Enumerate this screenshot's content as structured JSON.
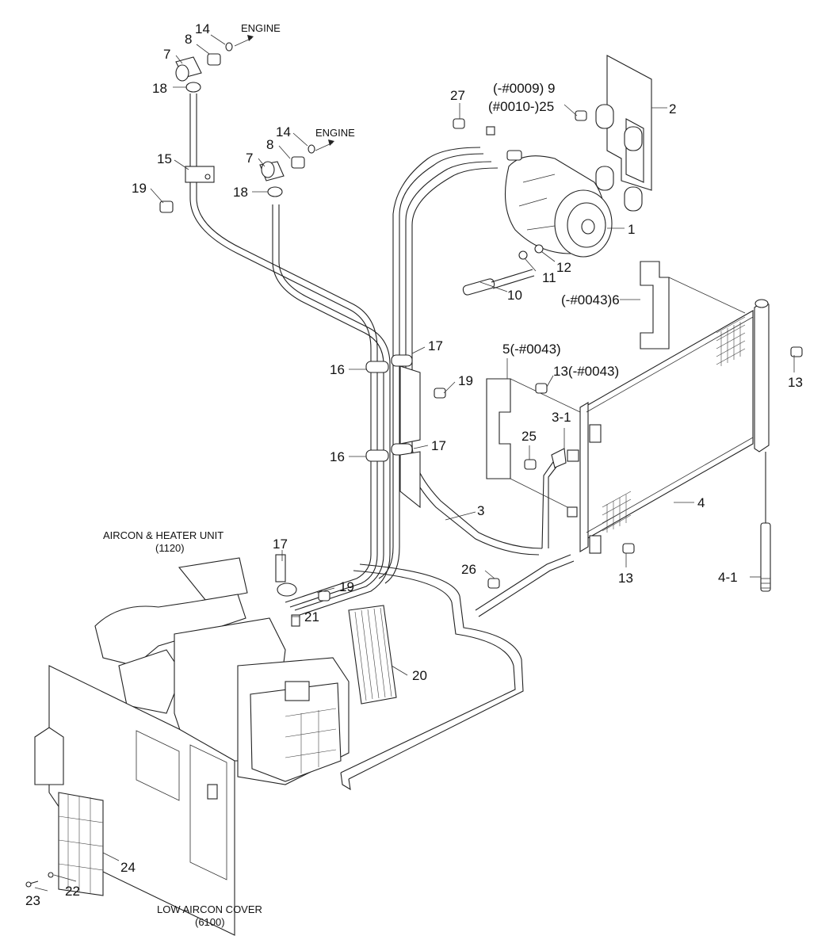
{
  "labels": {
    "engine_top": "ENGINE",
    "engine_mid": "ENGINE",
    "aircon_heater_unit": "AIRCON & HEATER UNIT",
    "aircon_heater_code": "(1120)",
    "low_aircon_cover": "LOW AIRCON COVER",
    "low_aircon_cover_code": "(6100)"
  },
  "callouts": {
    "c14a": "14",
    "c8a": "8",
    "c7a": "7",
    "c18a": "18",
    "c15": "15",
    "c19a": "19",
    "c14b": "14",
    "c8b": "8",
    "c7b": "7",
    "c18b": "18",
    "c27": "27",
    "c9": "(-#0009) 9",
    "c25a": "(#0010-)25",
    "c2": "2",
    "c1": "1",
    "c12": "12",
    "c11": "11",
    "c10": "10",
    "c6": "(-#0043)6",
    "c17a": "17",
    "c16a": "16",
    "c19b": "19",
    "c17b": "17",
    "c16b": "16",
    "c5": "5(-#0043)",
    "c13a": "13(-#0043)",
    "c13b": "13",
    "c31": "3-1",
    "c25b": "25",
    "c3": "3",
    "c4": "4",
    "c17c": "17",
    "c19c": "19",
    "c26": "26",
    "c13c": "13",
    "c41": "4-1",
    "c21": "21",
    "c20": "20",
    "c24": "24",
    "c22": "22",
    "c23": "23"
  }
}
